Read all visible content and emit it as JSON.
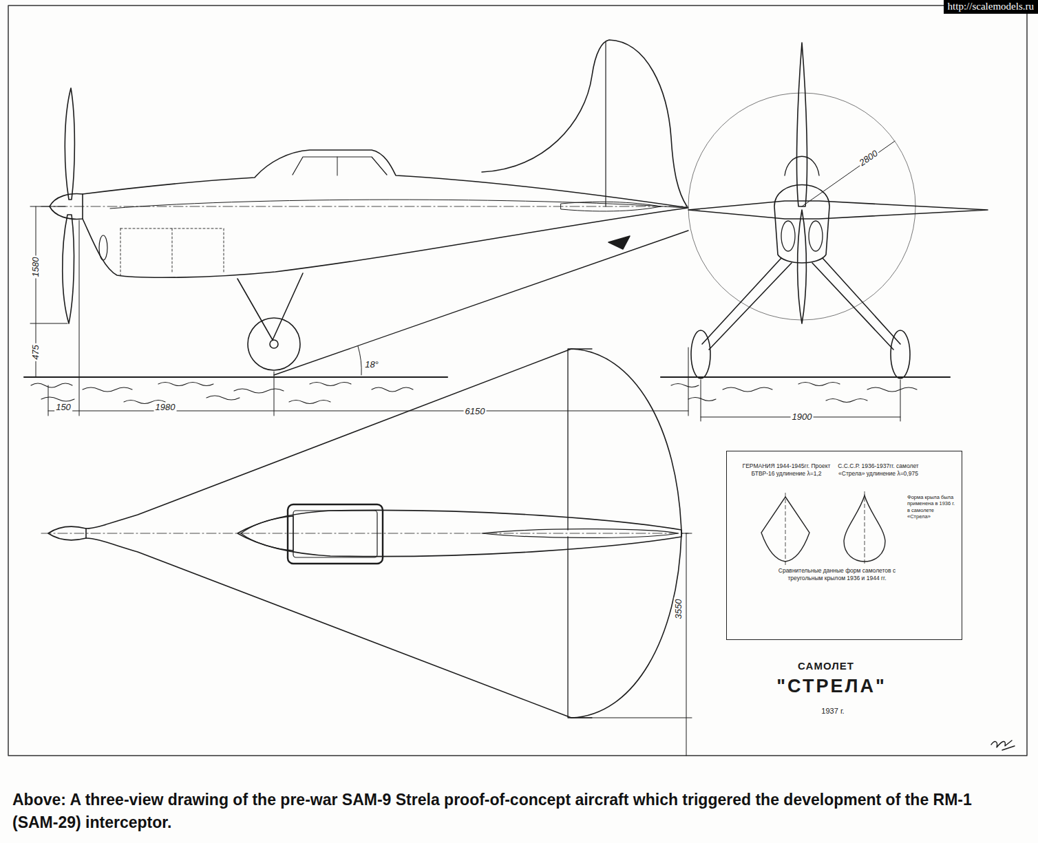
{
  "diagram": {
    "caption": "Above: A three-view drawing of the pre-war SAM-9 Strela proof-of-concept aircraft which triggered the development of the RM-1 (SAM-29) interceptor.",
    "nodes": [
      {
        "text": [
          "ГЕРМАНИЯ 1944-1945гг. Проект БТВР-16 удлинение λ=1,2",
          "С.С.С.Р. 1936-1937гг. самолет «Стрела» удлинение λ=0,975",
          "Форма крыла была применена в 1936 г. в самолете «Стрела»",
          "Сравнительные данные форм самолетов с треугольным крылом 1936 и 1944 гг."
        ]
      }
    ],
    "labels": [
      "1580",
      "475",
      "18°",
      "150",
      "1980",
      "6150",
      "2800",
      "1900",
      "3550",
      "САМОЛЕТ",
      "\"СТРЕЛА\"",
      "1937 г.",
      "http://scalemodels.ru"
    ]
  }
}
